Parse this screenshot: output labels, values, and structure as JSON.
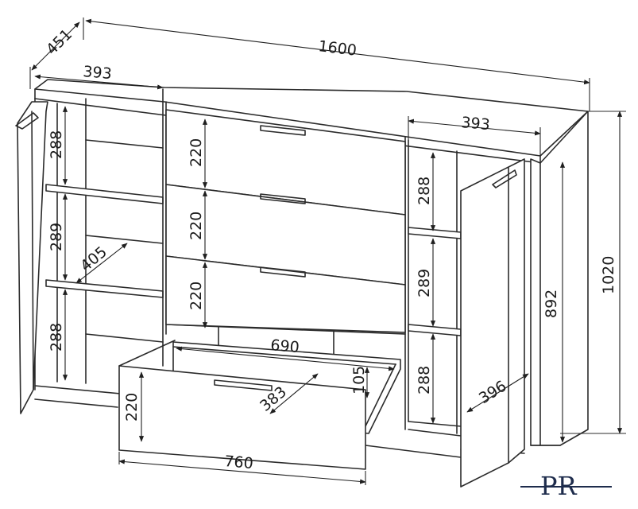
{
  "dimensions": {
    "depth": "451",
    "total_width": "1600",
    "left_section_width": "393",
    "right_section_width": "393",
    "height": "1020",
    "inner_height": "892",
    "shelf_top_left": "288",
    "shelf_mid_left": "289",
    "shelf_bottom_left": "288",
    "shelf_depth": "405",
    "drawer_1": "220",
    "drawer_2": "220",
    "drawer_3": "220",
    "drawer_open_front": "220",
    "drawer_inner_width": "690",
    "drawer_inner_height": "105",
    "drawer_inner_depth": "383",
    "drawer_front_width": "760",
    "shelf_top_right": "288",
    "shelf_mid_right": "289",
    "shelf_bottom_right": "288",
    "door_width": "396"
  },
  "logo": {
    "text": "PR",
    "accent": "#1e2c4c"
  },
  "colors": {
    "line": "#2b2b2b",
    "background": "#ffffff"
  }
}
